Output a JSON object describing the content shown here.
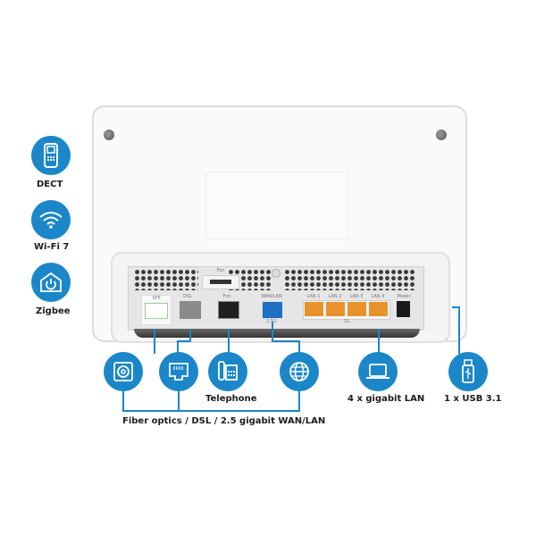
{
  "left_features": [
    {
      "icon": "dect-handset-icon",
      "label": "DECT"
    },
    {
      "icon": "wifi-icon",
      "label": "Wi-Fi 7"
    },
    {
      "icon": "zigbee-smarthome-icon",
      "label": "Zigbee"
    }
  ],
  "router": {
    "ports": {
      "fon_top": "Fon",
      "sfp": "SFP",
      "dsl": "DSL",
      "fon": "Fon",
      "wan_lan": "WAN/LAN",
      "wan_speed": "2.5G",
      "lan1": "LAN 1",
      "lan2": "LAN 2",
      "lan3": "LAN 3",
      "lan4": "LAN 4",
      "lan_speed": "1G",
      "power": "Power"
    }
  },
  "bottom_features": {
    "telephone_label": "Telephone",
    "fiber_group_label": "Fiber optics / DSL / 2.5 gigabit WAN/LAN",
    "lan_label": "4 x gigabit LAN",
    "usb_label": "1 x USB 3.1"
  },
  "colors": {
    "accent": "#1b87c9",
    "lan_port": "#e8922e",
    "wan_port": "#1f6fc2"
  }
}
